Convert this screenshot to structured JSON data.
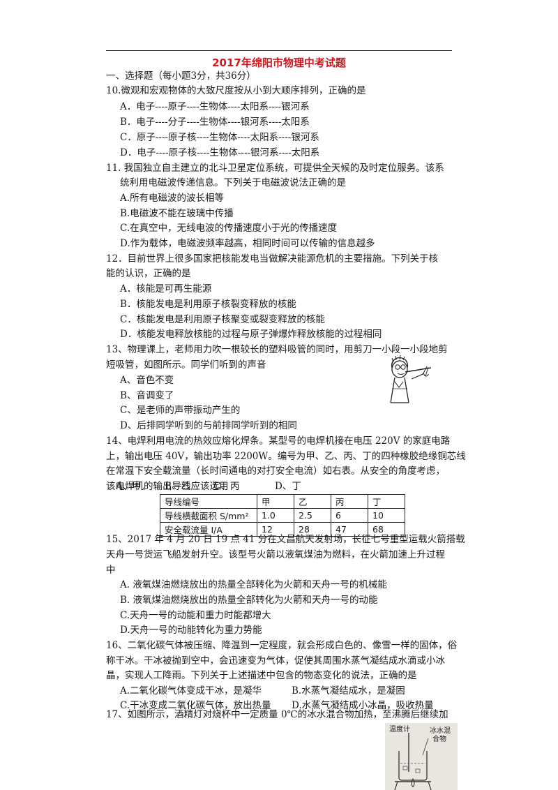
{
  "title": "2017年绵阳市物理中考试题",
  "section_header": "一、选择题（每小题3分，共36分）",
  "q10": {
    "stem": "10.微观和宏观物体的大致尺度按从小到大顺序排列，正确的是",
    "options": [
      "A．电子----原子----生物体----太阳系----银河系",
      "B．电子----分子----生物体----银河系----太阳系",
      "C．原子----原子核----生物体----太阳系----银河系",
      "D．电子----原子核----生物体----银河系----太阳系"
    ]
  },
  "q11": {
    "stem": [
      "11. 我国独立自主建立的北斗卫星定位系统，可提供全天候的及时定位服务。该系",
      "统利用电磁波传递信息。下列关于电磁波说法正确的是"
    ],
    "options": [
      "A.所有电磁波的波长相等",
      "B.电磁波不能在玻璃中传播",
      "C.在真空中，无线电波的传播速度小于光的传播速度",
      "D.作为载体，电磁波频率越高，相同时间可以传输的信息越多"
    ]
  },
  "q12": {
    "stem": [
      "12．目前世界上很多国家把核能发电当做解决能源危机的主要措施。下列关于核",
      "能的认识，正确的是"
    ],
    "options": [
      "A．核能是可再生能源",
      "B．核能发电是利用原子核裂变释放的核能",
      "C．核能发电是利用原子核聚变或裂变释放的核能",
      "D．核能发电释放核能的过程与原子弹爆炸释放核能的过程相同"
    ]
  },
  "q13": {
    "stem": [
      "13、物理课上，老师用力吹一根较长的塑料吸管的同时，用剪刀一小段一小段地剪",
      "短吸管，如图所示。同学们听到的声音"
    ],
    "options": [
      "A、音色不变",
      "B、音调变了",
      "C、是老师的声带振动产生的",
      "D、后排同学听到的与前排同学听到的相同"
    ]
  },
  "q14": {
    "stem": [
      "14、电焊利用电流的热效应熔化焊条。某型号的电焊机接在电压 220V 的家庭电路",
      "上，输出电压 40V，输出功率 2200W。编号为甲、乙、丙、丁的四种橡胶绝缘铜芯线",
      "在常温下安全载流量（长时间通电的对打安全电流）如右表。从安全的角度考虑，",
      "该电焊机的输出导线应该选用"
    ],
    "options": [
      "A、甲",
      "B、乙",
      "C、丙",
      "D、丁"
    ],
    "table": {
      "rows": [
        [
          "导线编号",
          "甲",
          "乙",
          "丙",
          "丁"
        ],
        [
          "导线横截面积 S/mm²",
          "1.0",
          "2.5",
          "6",
          "10"
        ],
        [
          "安全载流量 I/A",
          "12",
          "28",
          "47",
          "68"
        ]
      ]
    }
  },
  "q15": {
    "stem": [
      "15、2017 年 4 月 20 日 19 点 41 分在文昌航天发射场，长征七号重型运载火箭搭载",
      "天舟一号货运飞船发射升空。该型号火箭以液氧煤油为燃料，在火箭加速上升过程",
      "中"
    ],
    "options": [
      "A. 液氧煤油燃烧放出的热量全部转化为火箭和天舟一号的机械能",
      "B. 液氧煤油燃烧放出的热量全部转化为火箭和天舟一号的动能",
      "C.天舟一号的动能和重力时能都增大",
      "D.天舟一号的动能转化为重力势能"
    ]
  },
  "q16": {
    "stem": [
      "16、二氧化碳气体被压缩、降温到一定程度，就会形成白色的、像雪一样的固体，俗",
      "称干冰。干冰被抛到空中，会迅速变为气体，促使其周围水蒸气凝结成水滴或小冰",
      "晶，实现人工降雨。下列关于上述描述中包含的物态变化的说法，正确的是"
    ],
    "options": [
      "A.二氧化碳气体变成干冰，是凝华",
      "B.水蒸气凝结成水，是凝固",
      "C.干冰变成二氧化碳气体，放出热量",
      "D.水蒸气凝结成小冰晶，吸收热量"
    ]
  },
  "q17": {
    "stem": "17、如图所示，酒精灯对烧杯中一定质量 0℃的冰水混合物加热，至沸腾后继续加",
    "figure_labels": [
      "温度计",
      "冰水混",
      "合物"
    ]
  }
}
